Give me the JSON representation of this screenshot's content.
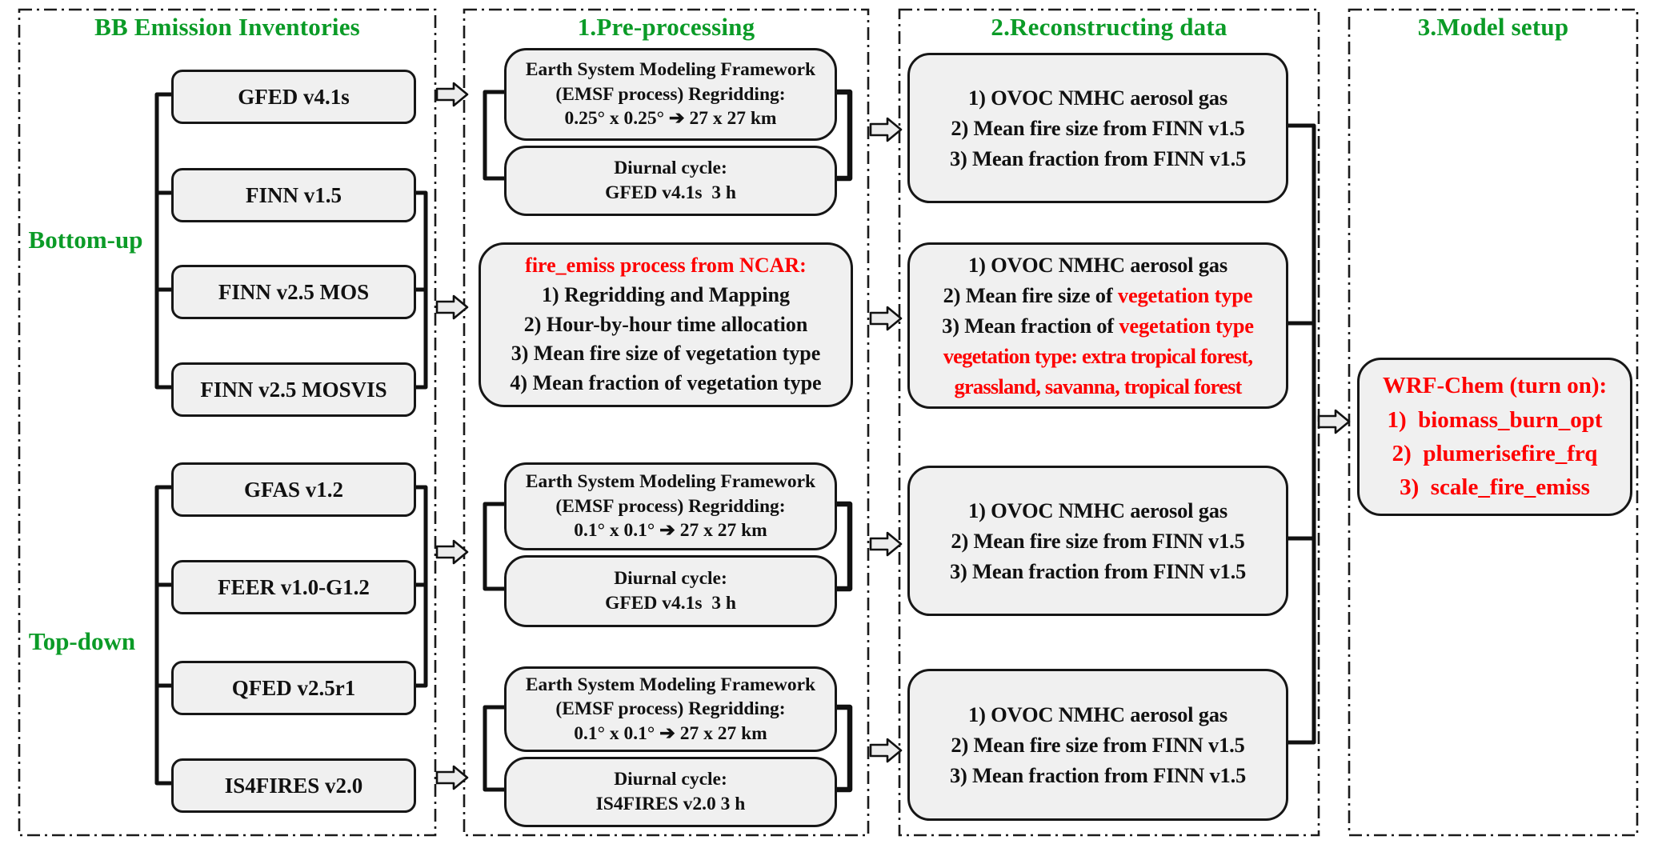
{
  "palette": {
    "header_green": "#0b9b27",
    "highlight_red": "#fe0000",
    "box_fill": "#f0f0f0",
    "line_color": "#111111"
  },
  "inventories": {
    "title": "BB Emission Inventories",
    "bottom_up_label": "Bottom-up",
    "top_down_label": "Top-down",
    "bottom_up_items": [
      "GFED v4.1s",
      "FINN v1.5",
      "FINN v2.5 MOS",
      "FINN v2.5 MOSVIS"
    ],
    "top_down_items": [
      "GFAS v1.2",
      "FEER v1.0-G1.2",
      "QFED v2.5r1",
      "IS4FIRES v2.0"
    ]
  },
  "preprocessing": {
    "title": "1.Pre-processing",
    "group1": {
      "regrid_lines": [
        "Earth System Modeling Framework",
        "(EMSF process) Regridding:",
        "0.25° x 0.25° ➔ 27 x 27 km"
      ],
      "diurnal_lines": [
        "Diurnal cycle:",
        "GFED v4.1s  3 h"
      ]
    },
    "fire_emiss": {
      "header": "fire_emiss process from NCAR:",
      "items": [
        "1) Regridding and Mapping",
        "2) Hour-by-hour time allocation",
        "3) Mean fire size of vegetation type",
        "4) Mean fraction of vegetation type"
      ]
    },
    "group2": {
      "regrid_lines": [
        "Earth System Modeling Framework",
        "(EMSF process) Regridding:",
        "0.1° x 0.1° ➔ 27 x 27 km"
      ],
      "diurnal_lines": [
        "Diurnal cycle:",
        "GFED v4.1s  3 h"
      ]
    },
    "group3": {
      "regrid_lines": [
        "Earth System Modeling Framework",
        "(EMSF process) Regridding:",
        "0.1° x 0.1° ➔ 27 x 27 km"
      ],
      "diurnal_lines": [
        "Diurnal cycle:",
        "IS4FIRES v2.0 3 h"
      ]
    }
  },
  "reconstructing": {
    "title": "2.Reconstructing data",
    "box1_lines": [
      "1) OVOC NMHC aerosol gas",
      "2) Mean fire size from FINN v1.5",
      "3) Mean fraction from FINN v1.5"
    ],
    "box2": {
      "line1": "1) OVOC NMHC aerosol gas",
      "line2_black": "2) Mean fire size of ",
      "line2_red": "vegetation type",
      "line3_black": "3) Mean fraction of ",
      "line3_red": "vegetation type",
      "line4_red": "vegetation type: extra tropical forest,",
      "line5_red": "grassland, savanna, tropical forest"
    },
    "box3_lines": [
      "1) OVOC NMHC aerosol gas",
      "2) Mean fire size from FINN v1.5",
      "3) Mean fraction from FINN v1.5"
    ],
    "box4_lines": [
      "1) OVOC NMHC aerosol gas",
      "2) Mean fire size from FINN v1.5",
      "3) Mean fraction from FINN v1.5"
    ]
  },
  "model_setup": {
    "title": "3.Model setup",
    "wrf_box": {
      "header": "WRF-Chem (turn on):",
      "items": [
        "1)  biomass_burn_opt",
        "2)  plumerisefire_frq",
        "3)  scale_fire_emiss"
      ]
    }
  }
}
